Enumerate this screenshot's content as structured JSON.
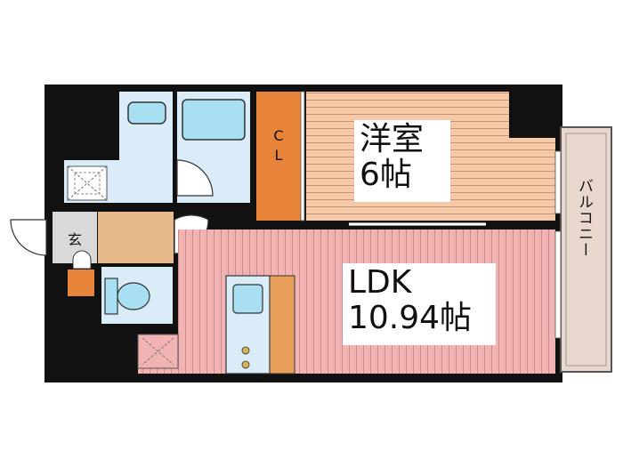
{
  "rooms": {
    "bedroom": {
      "name": "洋室",
      "size": "6帖"
    },
    "ldk": {
      "name": "LDK",
      "size": "10.94帖"
    },
    "closet": {
      "line1": "C",
      "line2": "L"
    },
    "entrance": {
      "name": "玄"
    },
    "balcony": {
      "name": "バルコニー"
    }
  },
  "colors": {
    "wall": "#111111",
    "bedroom_floor": "#f5c9a6",
    "bedroom_stripe": "#c8907a",
    "ldk_floor": "#f2b3b3",
    "ldk_stripe": "#c98a8a",
    "wet_area": "#d9ecf8",
    "fixture": "#a9dff2",
    "closet": "#e8833a",
    "wood": "#e8b98a",
    "balcony": "#ead8cf"
  }
}
